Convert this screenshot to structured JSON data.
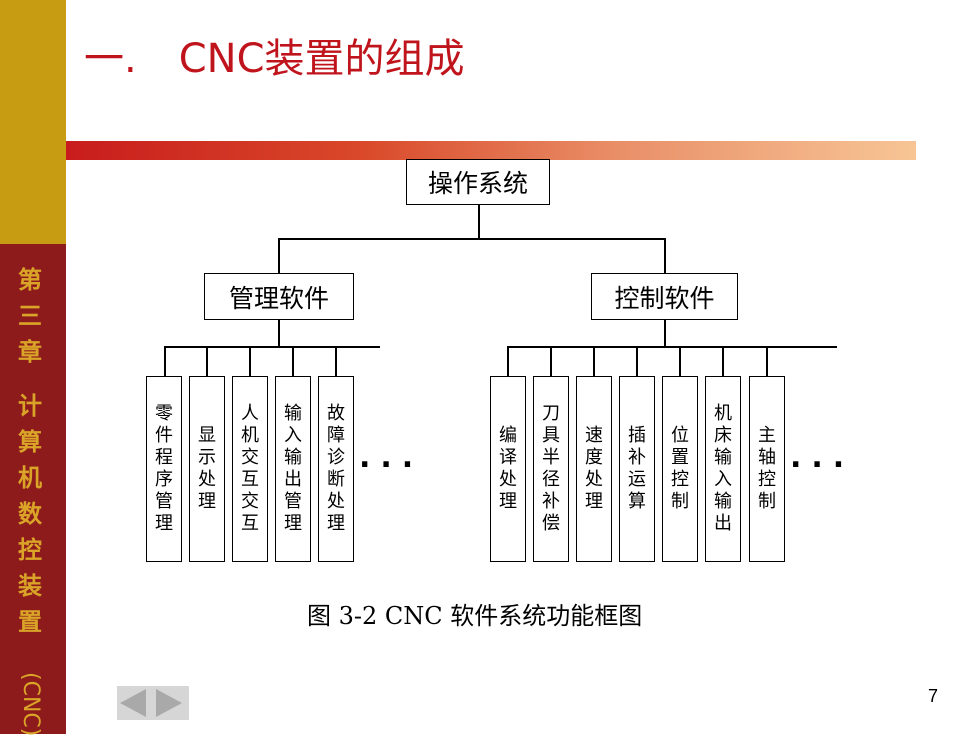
{
  "sidebar": {
    "chars": [
      "第",
      "三",
      "章",
      "",
      "计",
      "算",
      "机",
      "数",
      "控",
      "装",
      "置"
    ],
    "suffix": "(CNC)",
    "top_color": "#C79B12",
    "bottom_color": "#8E1B1B",
    "text_color": "#D9A427"
  },
  "title": {
    "number": "一.",
    "text": "CNC装置的组成",
    "color": "#C0141C"
  },
  "diagram": {
    "root": "操作系统",
    "management": {
      "label": "管理软件",
      "children": [
        "零件程序管理",
        "显示处理",
        "人机交互交互",
        "输入输出管理",
        "故障诊断处理"
      ],
      "ellipsis": "..."
    },
    "control": {
      "label": "控制软件",
      "children": [
        "编译处理",
        "刀具半径补偿",
        "速度处理",
        "插补运算",
        "位置控制",
        "机床输入输出",
        "主轴控制"
      ],
      "ellipsis": "..."
    },
    "caption": "图 3-2 CNC 软件系统功能框图"
  },
  "nav": {
    "prev_icon": "triangle-left-icon",
    "next_icon": "triangle-right-icon"
  },
  "page_number": "7"
}
